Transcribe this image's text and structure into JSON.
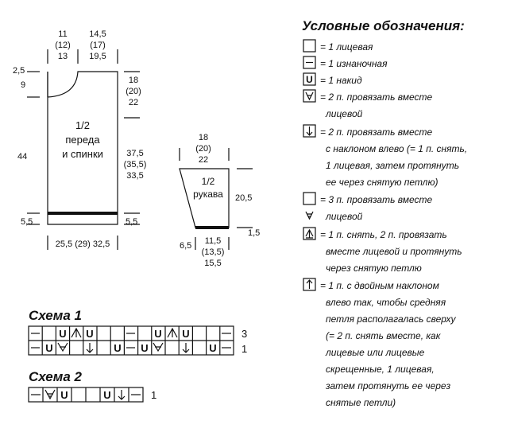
{
  "body": {
    "label": "1/2 переда и спинки",
    "label_lines": [
      "1/2",
      "переда",
      "и спинки"
    ],
    "top_left": [
      "11",
      "(12)",
      "13"
    ],
    "top_right": [
      "14,5",
      "(17)",
      "19,5"
    ],
    "left_25": "2,5",
    "left_9": "9",
    "left_44": "44",
    "left_55": "5,5",
    "right_top": [
      "18",
      "(20)",
      "22"
    ],
    "right_mid": [
      "37,5",
      "(35,5)",
      "33,5"
    ],
    "right_55": "5,5",
    "bottom": "25,5 (29) 32,5"
  },
  "sleeve": {
    "label_lines": [
      "1/2",
      "рукава"
    ],
    "top": [
      "18",
      "(20)",
      "22"
    ],
    "right_205": "20,5",
    "right_15": "1,5",
    "left_65": "6,5",
    "bottom": [
      "11,5",
      "(13,5)",
      "15,5"
    ]
  },
  "schema1": {
    "title": "Схема 1",
    "row3_label": "3",
    "row1_label": "1"
  },
  "schema2": {
    "title": "Схема 2",
    "row_label": "1"
  },
  "legend": {
    "title": "Условные обозначения:",
    "items": [
      {
        "symbol": "blank",
        "lines": [
          "= 1 лицевая"
        ]
      },
      {
        "symbol": "dash",
        "lines": [
          "= 1 изнаночная"
        ]
      },
      {
        "symbol": "U",
        "lines": [
          "= 1 накид"
        ]
      },
      {
        "symbol": "k2tog",
        "lines": [
          "= 2 п. провязать вместе",
          "лицевой"
        ]
      },
      {
        "symbol": "arrow-down",
        "lines": [
          "= 2 п. провязать вместе",
          "с наклоном влево (= 1 п. снять,",
          "1 лицевая, затем протянуть",
          "ее через снятую петлю)"
        ]
      },
      {
        "symbol": "k3tog",
        "lines": [
          "= 3 п. провязать вместе",
          "лицевой"
        ]
      },
      {
        "symbol": "sk2p",
        "lines": [
          "= 1 п. снять, 2 п. провязать",
          "вместе лицевой и протянуть",
          "через снятую петлю"
        ]
      },
      {
        "symbol": "arrow-up",
        "lines": [
          "= 1 п. с двойным наклоном",
          "влево так, чтобы средняя",
          "петля располагалась сверху",
          "(= 2 п. снять вместе, как",
          "лицевые или лицевые",
          "скрещенные, 1 лицевая,",
          "затем протянуть ее через",
          "снятые петли)"
        ]
      }
    ]
  }
}
